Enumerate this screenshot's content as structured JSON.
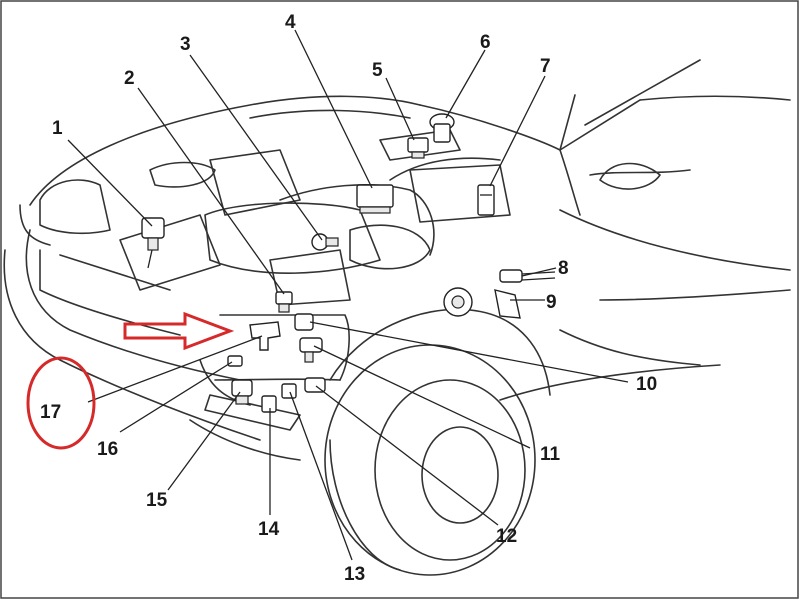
{
  "labels": [
    "1",
    "2",
    "3",
    "4",
    "5",
    "6",
    "7",
    "8",
    "9",
    "10",
    "11",
    "12",
    "13",
    "14",
    "15",
    "16",
    "17"
  ],
  "highlight": {
    "label": "17",
    "circle_color": "#d62a2a",
    "arrow_color": "#d62a2a"
  },
  "icons": {
    "arrow": "right-arrow-icon"
  }
}
